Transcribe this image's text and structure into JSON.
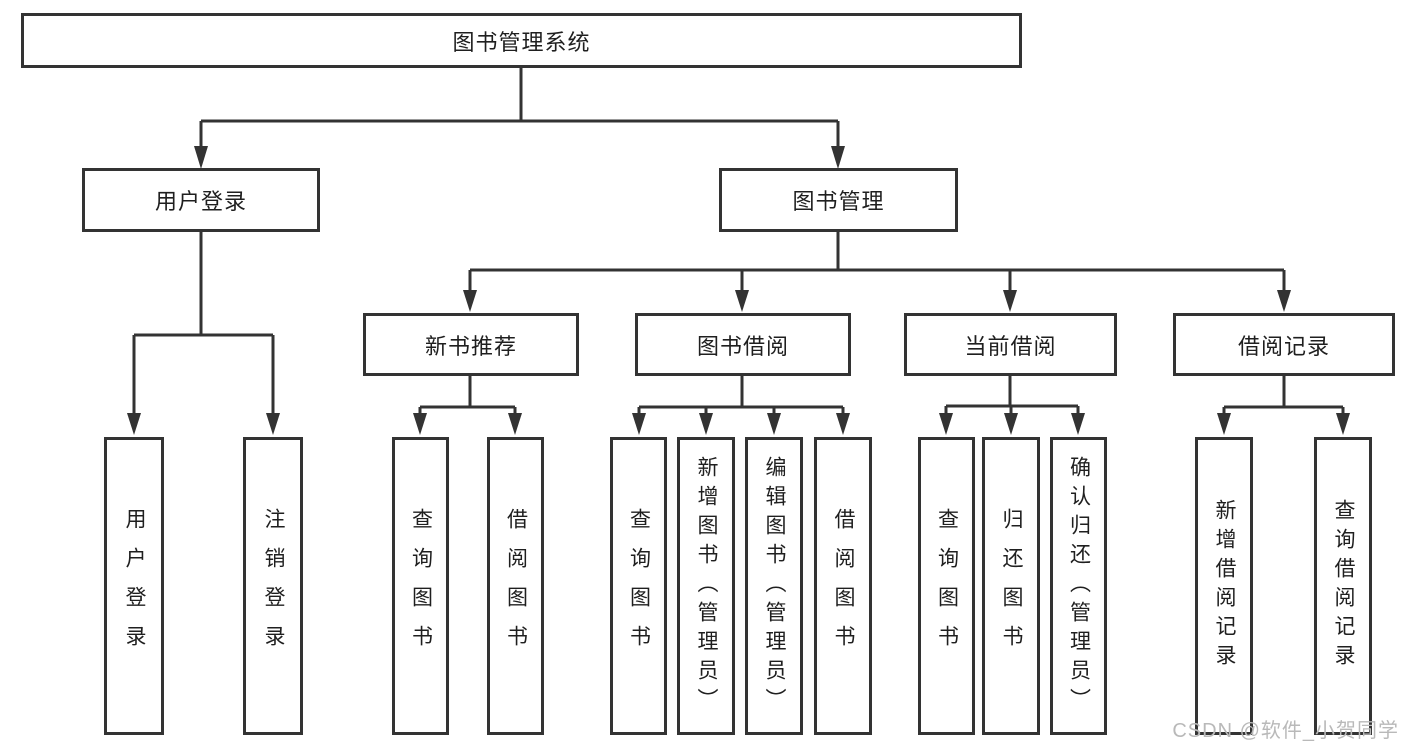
{
  "colors": {
    "line": "#333333",
    "text": "#1f1f1f",
    "bg": "#ffffff",
    "watermark": "#b9b9b9"
  },
  "diagram": {
    "root": {
      "label": "图书管理系统"
    },
    "level1": [
      {
        "label": "用户登录",
        "children": [
          {
            "label": "用户登录"
          },
          {
            "label": "注销登录"
          }
        ]
      },
      {
        "label": "图书管理",
        "children": [
          {
            "label": "新书推荐",
            "children": [
              {
                "label": "查询图书"
              },
              {
                "label": "借阅图书"
              }
            ]
          },
          {
            "label": "图书借阅",
            "children": [
              {
                "label": "查询图书"
              },
              {
                "label": "新增图书（管理员）"
              },
              {
                "label": "编辑图书（管理员）"
              },
              {
                "label": "借阅图书"
              }
            ]
          },
          {
            "label": "当前借阅",
            "children": [
              {
                "label": "查询图书"
              },
              {
                "label": "归还图书"
              },
              {
                "label": "确认归还（管理员）"
              }
            ]
          },
          {
            "label": "借阅记录",
            "children": [
              {
                "label": "新增借阅记录"
              },
              {
                "label": "查询借阅记录"
              }
            ]
          }
        ]
      }
    ]
  },
  "watermark": {
    "text": "CSDN @软件_小贺同学"
  }
}
